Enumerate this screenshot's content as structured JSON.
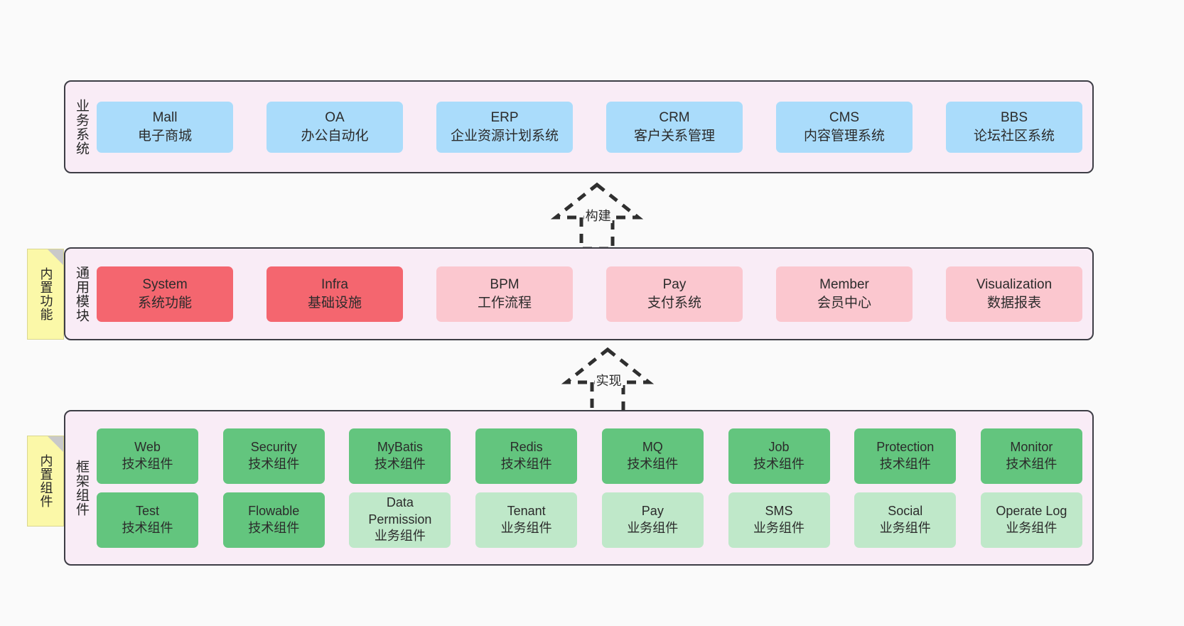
{
  "diagram": {
    "background_color": "#fafafa",
    "panel_background": "#f9ecf6",
    "panel_border": "#3d3d45",
    "sticky_color": "#fbf8a8",
    "accent_blue": "#aadcfb",
    "accent_red": "#f4666f",
    "accent_pink": "#fbc7cf",
    "accent_green": "#63c57e",
    "accent_green_light": "#bfe8c9"
  },
  "layers": {
    "business": {
      "title": "业务系统",
      "cards": [
        {
          "en": "Mall",
          "cn": "电子商城"
        },
        {
          "en": "OA",
          "cn": "办公自动化"
        },
        {
          "en": "ERP",
          "cn": "企业资源计划系统"
        },
        {
          "en": "CRM",
          "cn": "客户关系管理"
        },
        {
          "en": "CMS",
          "cn": "内容管理系统"
        },
        {
          "en": "BBS",
          "cn": "论坛社区系统"
        }
      ]
    },
    "common": {
      "title": "通用模块",
      "sticky": "内置功能",
      "cards": [
        {
          "en": "System",
          "cn": "系统功能",
          "tone": "red"
        },
        {
          "en": "Infra",
          "cn": "基础设施",
          "tone": "red"
        },
        {
          "en": "BPM",
          "cn": "工作流程",
          "tone": "pink"
        },
        {
          "en": "Pay",
          "cn": "支付系统",
          "tone": "pink"
        },
        {
          "en": "Member",
          "cn": "会员中心",
          "tone": "pink"
        },
        {
          "en": "Visualization",
          "cn": "数据报表",
          "tone": "pink"
        }
      ]
    },
    "framework": {
      "title": "框架组件",
      "sticky": "内置组件",
      "row1": [
        {
          "en": "Web",
          "cn": "技术组件"
        },
        {
          "en": "Security",
          "cn": "技术组件"
        },
        {
          "en": "MyBatis",
          "cn": "技术组件"
        },
        {
          "en": "Redis",
          "cn": "技术组件"
        },
        {
          "en": "MQ",
          "cn": "技术组件"
        },
        {
          "en": "Job",
          "cn": "技术组件"
        },
        {
          "en": "Protection",
          "cn": "技术组件"
        },
        {
          "en": "Monitor",
          "cn": "技术组件"
        }
      ],
      "row2": [
        {
          "en": "Test",
          "cn": "技术组件",
          "tone": "green"
        },
        {
          "en": "Flowable",
          "cn": "技术组件",
          "tone": "green"
        },
        {
          "en": "Data Permission",
          "cn": "业务组件",
          "tone": "green-light"
        },
        {
          "en": "Tenant",
          "cn": "业务组件",
          "tone": "green-light"
        },
        {
          "en": "Pay",
          "cn": "业务组件",
          "tone": "green-light"
        },
        {
          "en": "SMS",
          "cn": "业务组件",
          "tone": "green-light"
        },
        {
          "en": "Social",
          "cn": "业务组件",
          "tone": "green-light"
        },
        {
          "en": "Operate Log",
          "cn": "业务组件",
          "tone": "green-light"
        }
      ]
    }
  },
  "connectors": [
    {
      "label": "构建",
      "from": "common",
      "to": "business"
    },
    {
      "label": "实现",
      "from": "framework",
      "to": "common"
    }
  ]
}
